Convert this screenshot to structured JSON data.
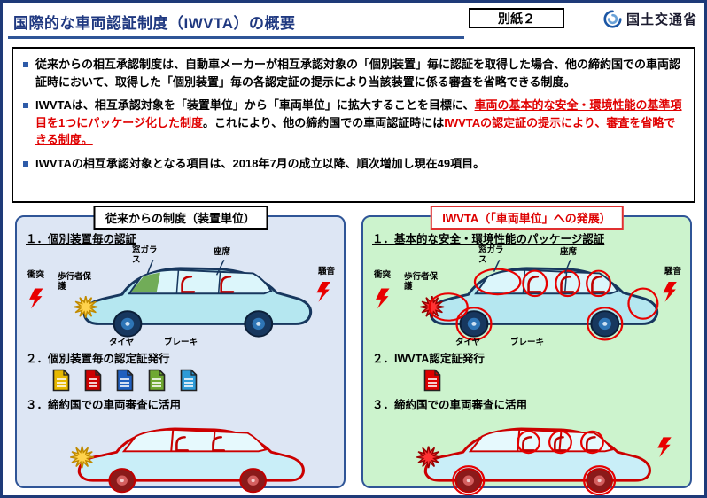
{
  "page": {
    "title": "国際的な車両認証制度（IWVTA）の概要",
    "attachment": "別紙２",
    "ministry": "国土交通省"
  },
  "bullets": {
    "b1": "従来からの相互承認制度は、自動車メーカーが相互承認対象の「個別装置」毎に認証を取得した場合、他の締約国での車両認証時において、取得した「個別装置」毎の各認定証の提示により当該装置に係る審査を省略できる制度。",
    "b2": {
      "seg1": "IWVTAは、相互承認対象を「装置単位」から「車両単位」に拡大することを目標に、",
      "seg2": "車両の基本的な安全・環境性能の基準項目を1つにパッケージ化した制度",
      "seg3": "。これにより、他の締約国での車両認証時には",
      "seg4": "IWVTAの認定証の提示により、審査を省略できる制度。"
    },
    "b3": "IWVTAの相互承認対象となる項目は、2018年7月の成立以降、順次増加し現在49項目。"
  },
  "car_labels": {
    "collision": "衝突",
    "pedestrian_protection": "歩行者保護",
    "window_glass": "窓ガラス",
    "seat": "座席",
    "noise": "騒音",
    "tire": "タイヤ",
    "brake": "ブレーキ"
  },
  "left_panel": {
    "title": "従来からの制度（装置単位）",
    "step1": "１．個別装置毎の認証",
    "step2": "２．個別装置毎の認定証発行",
    "step3": "３．締約国での車両審査に活用",
    "doc_colors": [
      "#e6b800",
      "#cc0000",
      "#1f5fbf",
      "#6fa832",
      "#2e9bd6"
    ]
  },
  "right_panel": {
    "title": "IWVTA（「車両単位」への発展）",
    "step1": "１．基本的な安全・環境性能のパッケージ認証",
    "step2": "２．IWVTA認定証発行",
    "step3": "３．締約国での車両審査に活用",
    "doc_colors": [
      "#dd0000"
    ]
  },
  "colors": {
    "title_blue": "#1f3880",
    "highlight_red": "#e00000",
    "left_panel_bg": "#dde6f4",
    "right_panel_bg": "#ccf3cd"
  }
}
